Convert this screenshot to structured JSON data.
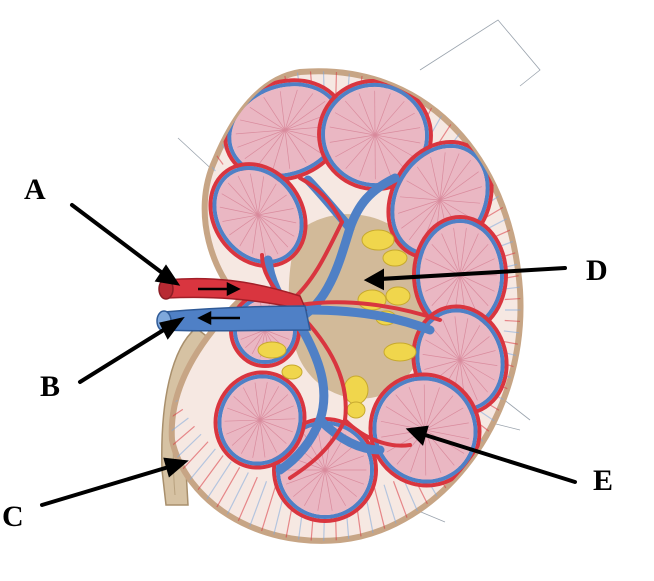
{
  "labels": {
    "a": "A",
    "b": "B",
    "c": "C",
    "d": "D",
    "e": "E"
  },
  "colors": {
    "capsule": "#c7a585",
    "cortex": "#f6e8e2",
    "pyramid": "#eab7c3",
    "pyramid_line": "#d98b9d",
    "artery": "#d9353f",
    "vein": "#4f80c6",
    "vein_light": "#7fa8dc",
    "ureter": "#d6c2a3",
    "fat": "#f0d64c",
    "sinus": "#cbb28c",
    "arrow": "#000000"
  }
}
